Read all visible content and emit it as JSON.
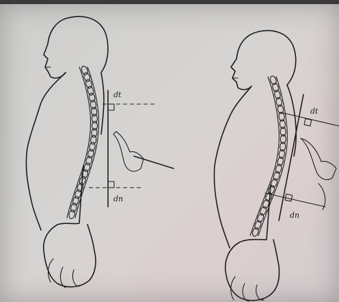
{
  "figures": [
    {
      "id": "left",
      "labels": {
        "top": "dt",
        "bottom": "dn"
      }
    },
    {
      "id": "right",
      "labels": {
        "top": "dt",
        "bottom": "dn"
      }
    }
  ],
  "colors": {
    "ink": "#1c1c1c",
    "paper": "#d4d1cf"
  }
}
